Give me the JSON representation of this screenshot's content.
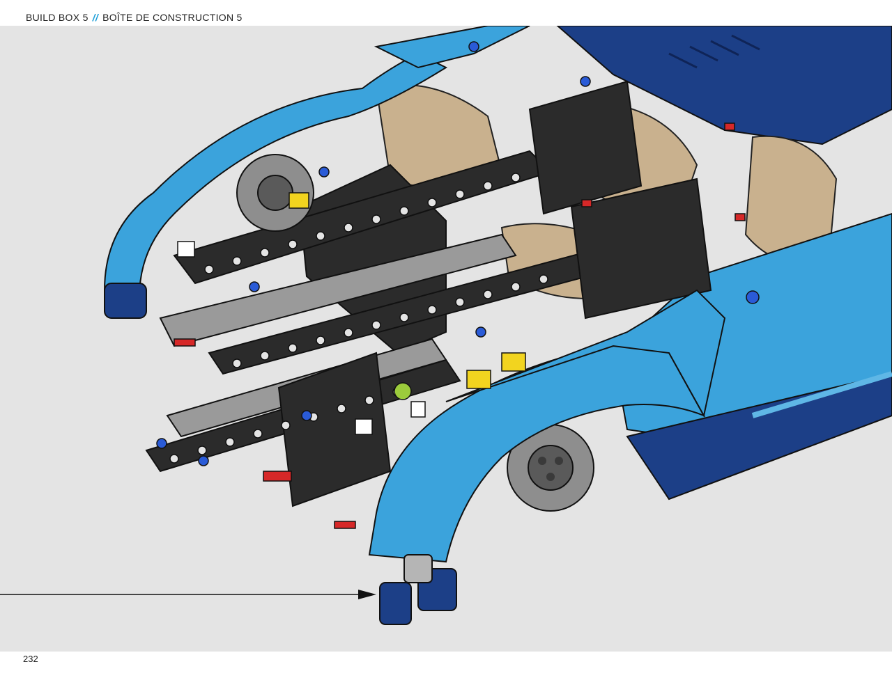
{
  "header": {
    "left_label": "BUILD BOX 5",
    "separator": "//",
    "right_label": "BOÎTE DE CONSTRUCTION 5"
  },
  "illustration": {
    "subject": "car-model-front-assembly",
    "colors": {
      "background": "#e4e4e4",
      "body_blue": "#3ba3dc",
      "dark_blue": "#1c3f87",
      "beam_black": "#2b2b2b",
      "beam_gray": "#9a9a9a",
      "tan": "#c9b18e",
      "accent_red": "#d62828",
      "accent_yellow": "#f2d41f",
      "accent_green": "#9ccc3c"
    }
  },
  "footer": {
    "page_number": "232"
  }
}
